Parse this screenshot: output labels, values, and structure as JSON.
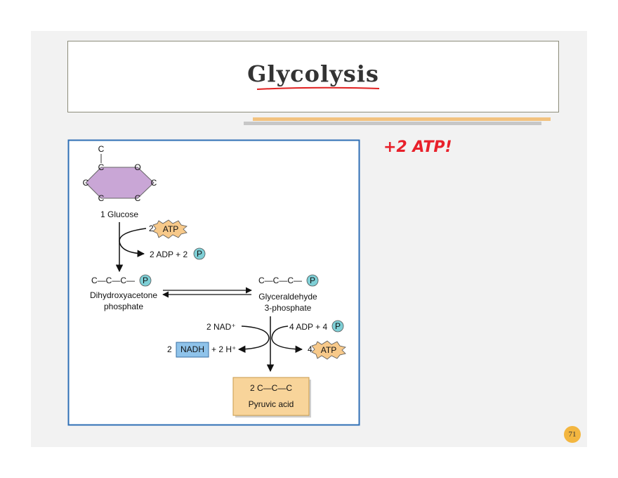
{
  "title": "Glycolysis",
  "annotation": "+2 ATP!",
  "page_number": "71",
  "glucose": {
    "ring_atoms": {
      "top_c": "C",
      "c1": "C",
      "o": "O",
      "c_left": "C",
      "c_right": "C",
      "c_bl": "C",
      "c_br": "C"
    },
    "label": "1 Glucose"
  },
  "step1": {
    "atp_count": "2",
    "atp_label": "ATP",
    "adp_text": "2 ADP + 2",
    "p_label": "P"
  },
  "dhap": {
    "chain": "C—C—C—",
    "p_label": "P",
    "name_line1": "Dihydroxyacetone",
    "name_line2": "phosphate"
  },
  "g3p": {
    "chain": "C—C—C—",
    "p_label": "P",
    "name_line1": "Glyceraldehyde",
    "name_line2": "3-phosphate"
  },
  "step2": {
    "nad": "2 NAD⁺",
    "adp": "4 ADP + 4",
    "p_label": "P",
    "nadh_count": "2",
    "nadh_label": "NADH",
    "h_text": "+ 2 H⁺",
    "atp_count": "4",
    "atp_label": "ATP"
  },
  "pyruvate": {
    "formula": "2  C—C—C",
    "name": "Pyruvic acid"
  },
  "colors": {
    "title_underline": "#e02020",
    "annotation": "#e8202a",
    "glucose_fill": "#c9a6d6",
    "atp_fill": "#f7c98a",
    "phosphate_fill": "#7ecfd6",
    "nadh_fill": "#8fc3ea",
    "pyruvate_fill": "#f8d49a",
    "diagram_border": "#2f6fb5"
  }
}
